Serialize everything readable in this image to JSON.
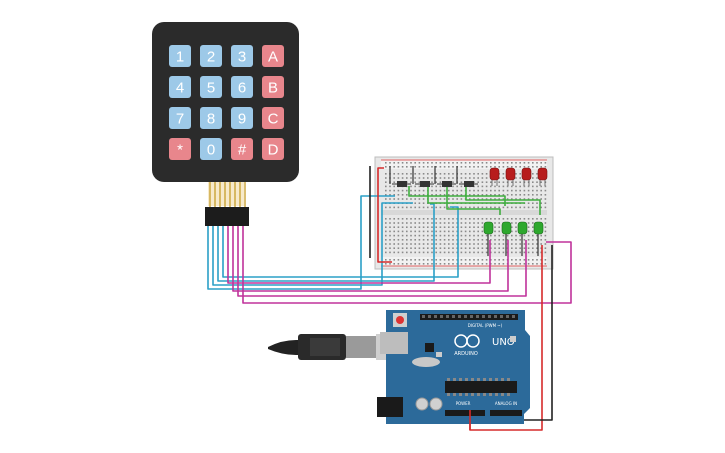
{
  "keypad": {
    "rows": [
      [
        "1",
        "2",
        "3",
        "A"
      ],
      [
        "4",
        "5",
        "6",
        "B"
      ],
      [
        "7",
        "8",
        "9",
        "C"
      ],
      [
        "*",
        "0",
        "#",
        "D"
      ]
    ],
    "colors": {
      "digit_key": "#9dc9e8",
      "letter_key": "#e8868c",
      "body": "#2b2b2b"
    }
  },
  "arduino": {
    "model_label": "UNO",
    "brand_label": "ARDUINO",
    "digital_header_label": "DIGITAL (PWM ~)",
    "power_label": "POWER",
    "analog_label": "ANALOG IN",
    "board_color": "#2c6a9a"
  },
  "wire_colors": {
    "blue": "#2ba0c7",
    "magenta": "#c0329b",
    "green": "#3fae3f",
    "red": "#d62b2b",
    "black": "#222222"
  },
  "breadboard": {
    "red_led_count": 4,
    "green_led_count": 4,
    "resistor_count": 4
  }
}
